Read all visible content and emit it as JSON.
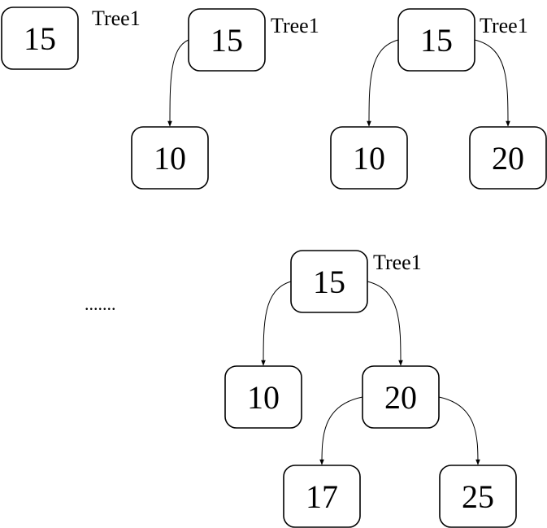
{
  "diagrams": [
    {
      "label": "Tree1",
      "nodes": [
        {
          "id": "a15",
          "value": "15"
        }
      ],
      "edges": []
    },
    {
      "label": "Tree1",
      "nodes": [
        {
          "id": "b15",
          "value": "15"
        },
        {
          "id": "b10",
          "value": "10"
        }
      ],
      "edges": [
        [
          "b15",
          "b10"
        ]
      ]
    },
    {
      "label": "Tree1",
      "nodes": [
        {
          "id": "c15",
          "value": "15"
        },
        {
          "id": "c10",
          "value": "10"
        },
        {
          "id": "c20",
          "value": "20"
        }
      ],
      "edges": [
        [
          "c15",
          "c10"
        ],
        [
          "c15",
          "c20"
        ]
      ]
    },
    {
      "label": "Tree1",
      "nodes": [
        {
          "id": "d15",
          "value": "15"
        },
        {
          "id": "d10",
          "value": "10"
        },
        {
          "id": "d20",
          "value": "20"
        },
        {
          "id": "d17",
          "value": "17"
        },
        {
          "id": "d25",
          "value": "25"
        }
      ],
      "edges": [
        [
          "d15",
          "d10"
        ],
        [
          "d15",
          "d20"
        ],
        [
          "d20",
          "d17"
        ],
        [
          "d20",
          "d25"
        ]
      ]
    }
  ],
  "ellipsis": "......."
}
